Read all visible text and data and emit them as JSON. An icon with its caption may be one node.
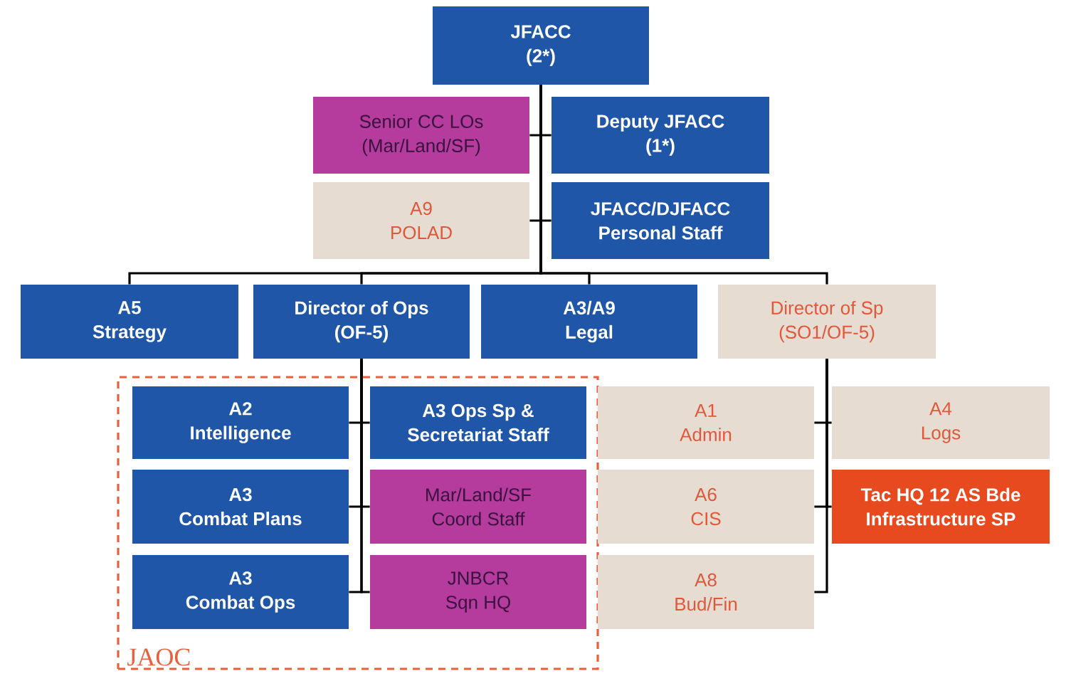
{
  "diagram": {
    "nodes": [
      {
        "text": [
          "JFACC",
          "(2*)"
        ]
      },
      {
        "text": [
          "Senior CC LOs",
          "(Mar/Land/SF)"
        ]
      },
      {
        "text": [
          "Deputy JFACC",
          "(1*)"
        ]
      },
      {
        "text": [
          "A9",
          "POLAD"
        ]
      },
      {
        "text": [
          "JFACC/DJFACC",
          "Personal Staff"
        ]
      },
      {
        "text": [
          "A5",
          "Strategy"
        ]
      },
      {
        "text": [
          "Director of Ops",
          "(OF-5)"
        ]
      },
      {
        "text": [
          "A3/A9",
          "Legal"
        ]
      },
      {
        "text": [
          "Director of Sp",
          "(SO1/OF-5)"
        ]
      },
      {
        "text": [
          "JAOC"
        ]
      },
      {
        "text": [
          "A2",
          "Intelligence"
        ],
        "in": 9
      },
      {
        "text": [
          "A3 Ops Sp &",
          "Secretariat Staff"
        ],
        "in": 9
      },
      {
        "text": [
          "A3",
          "Combat Plans"
        ],
        "in": 9
      },
      {
        "text": [
          "Mar/Land/SF",
          "Coord Staff"
        ],
        "in": 9
      },
      {
        "text": [
          "A3",
          "Combat Ops"
        ],
        "in": 9
      },
      {
        "text": [
          "JNBCR",
          "Sqn HQ"
        ],
        "in": 9
      },
      {
        "text": [
          "A1",
          "Admin"
        ]
      },
      {
        "text": [
          "A4",
          "Logs"
        ]
      },
      {
        "text": [
          "A6",
          "CIS"
        ]
      },
      {
        "text": [
          "Tac HQ 12 AS Bde",
          "Infrastructure SP"
        ]
      },
      {
        "text": [
          "A8",
          "Bud/Fin"
        ]
      }
    ],
    "edges": [
      {
        "from": 0,
        "to": 1,
        "arrow": "none"
      },
      {
        "from": 0,
        "to": 2,
        "arrow": "none"
      },
      {
        "from": 0,
        "to": 3,
        "arrow": "none"
      },
      {
        "from": 0,
        "to": 4,
        "arrow": "none"
      },
      {
        "from": 0,
        "to": 5,
        "arrow": "none"
      },
      {
        "from": 0,
        "to": 6,
        "arrow": "none"
      },
      {
        "from": 0,
        "to": 7,
        "arrow": "none"
      },
      {
        "from": 0,
        "to": 8,
        "arrow": "none"
      },
      {
        "from": 6,
        "to": 10,
        "arrow": "none"
      },
      {
        "from": 6,
        "to": 11,
        "arrow": "none"
      },
      {
        "from": 6,
        "to": 12,
        "arrow": "none"
      },
      {
        "from": 6,
        "to": 13,
        "arrow": "none"
      },
      {
        "from": 6,
        "to": 14,
        "arrow": "none"
      },
      {
        "from": 6,
        "to": 15,
        "arrow": "none"
      },
      {
        "from": 8,
        "to": 16,
        "arrow": "none"
      },
      {
        "from": 8,
        "to": 17,
        "arrow": "none"
      },
      {
        "from": 8,
        "to": 18,
        "arrow": "none"
      },
      {
        "from": 8,
        "to": 19,
        "arrow": "none"
      },
      {
        "from": 8,
        "to": 20,
        "arrow": "none"
      }
    ]
  }
}
